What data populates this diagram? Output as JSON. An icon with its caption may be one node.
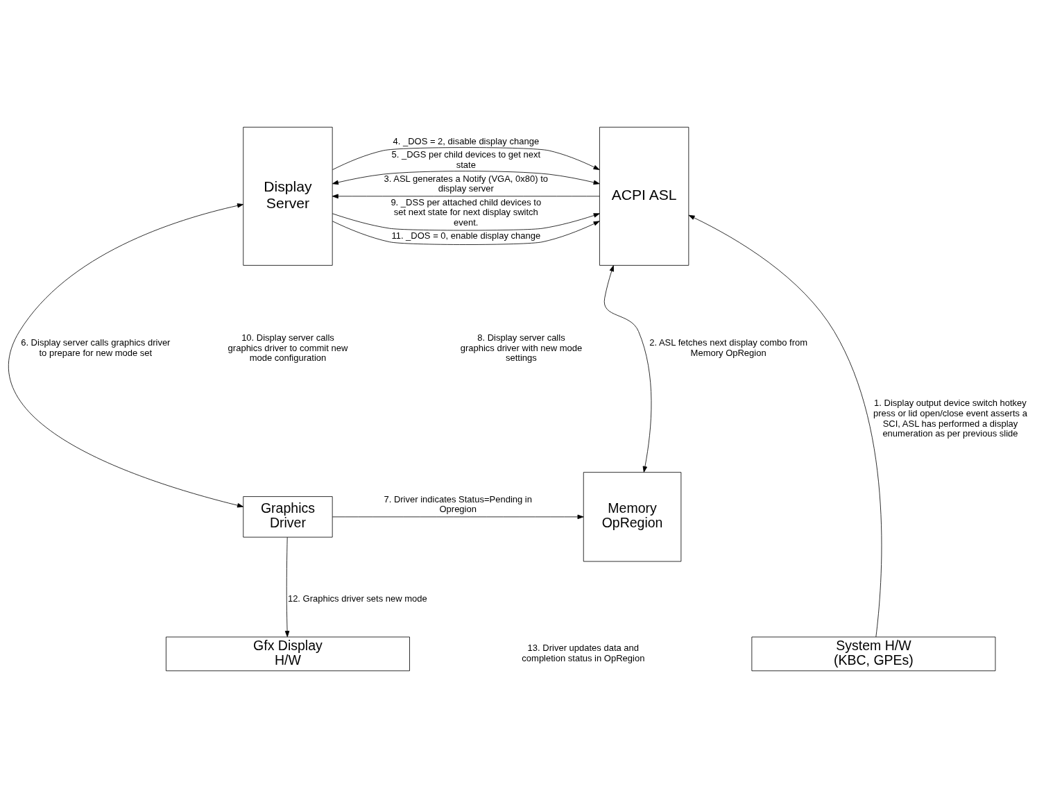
{
  "diagram": {
    "nodes": [
      {
        "text": [
          "Display Server"
        ]
      },
      {
        "text": [
          "ACPI ASL"
        ]
      },
      {
        "text": [
          "Graphics Driver"
        ]
      },
      {
        "text": [
          "Memory OpRegion"
        ]
      },
      {
        "text": [
          "Gfx Display H/W"
        ]
      },
      {
        "text": [
          "System H/W (KBC, GPEs)"
        ]
      }
    ],
    "edges": [
      {
        "from": 1,
        "to": 0,
        "arrow": "to",
        "label": "3. ASL generates a Notify (VGA, 0x80) to display server"
      },
      {
        "from": 0,
        "to": 1,
        "arrow": "to",
        "label": "4. _DOS = 2, disable display change"
      },
      {
        "from": 0,
        "to": 1,
        "arrow": "both",
        "label": "5. _DGS per child devices to get next state"
      },
      {
        "from": 0,
        "to": 1,
        "arrow": "to",
        "label": "9. _DSS per attached child devices to set next state for next display switch event."
      },
      {
        "from": 0,
        "to": 1,
        "arrow": "to",
        "label": "11. _DOS = 0, enable display change"
      },
      {
        "from": 0,
        "to": 2,
        "arrow": "both",
        "label": "6. Display server calls graphics driver to prepare for new mode set"
      },
      {
        "from": 3,
        "to": 1,
        "arrow": "both",
        "label": "2. ASL fetches next display combo from Memory OpRegion"
      },
      {
        "from": 2,
        "to": 3,
        "arrow": "to",
        "label": "7. Driver indicates Status=Pending in Opregion"
      },
      {
        "from": 2,
        "to": 4,
        "arrow": "to",
        "label": "12. Graphics driver sets new mode"
      },
      {
        "from": 5,
        "to": 1,
        "arrow": "to",
        "label": "1. Display output device switch hotkey press or lid open/close event asserts a SCI, ASL has performed a display enumeration as per previous slide"
      }
    ],
    "labels": [
      "10. Display server calls graphics driver to commit new mode configuration",
      "8. Display server calls graphics driver with new mode settings",
      "13. Driver updates data and completion status in OpRegion"
    ]
  }
}
